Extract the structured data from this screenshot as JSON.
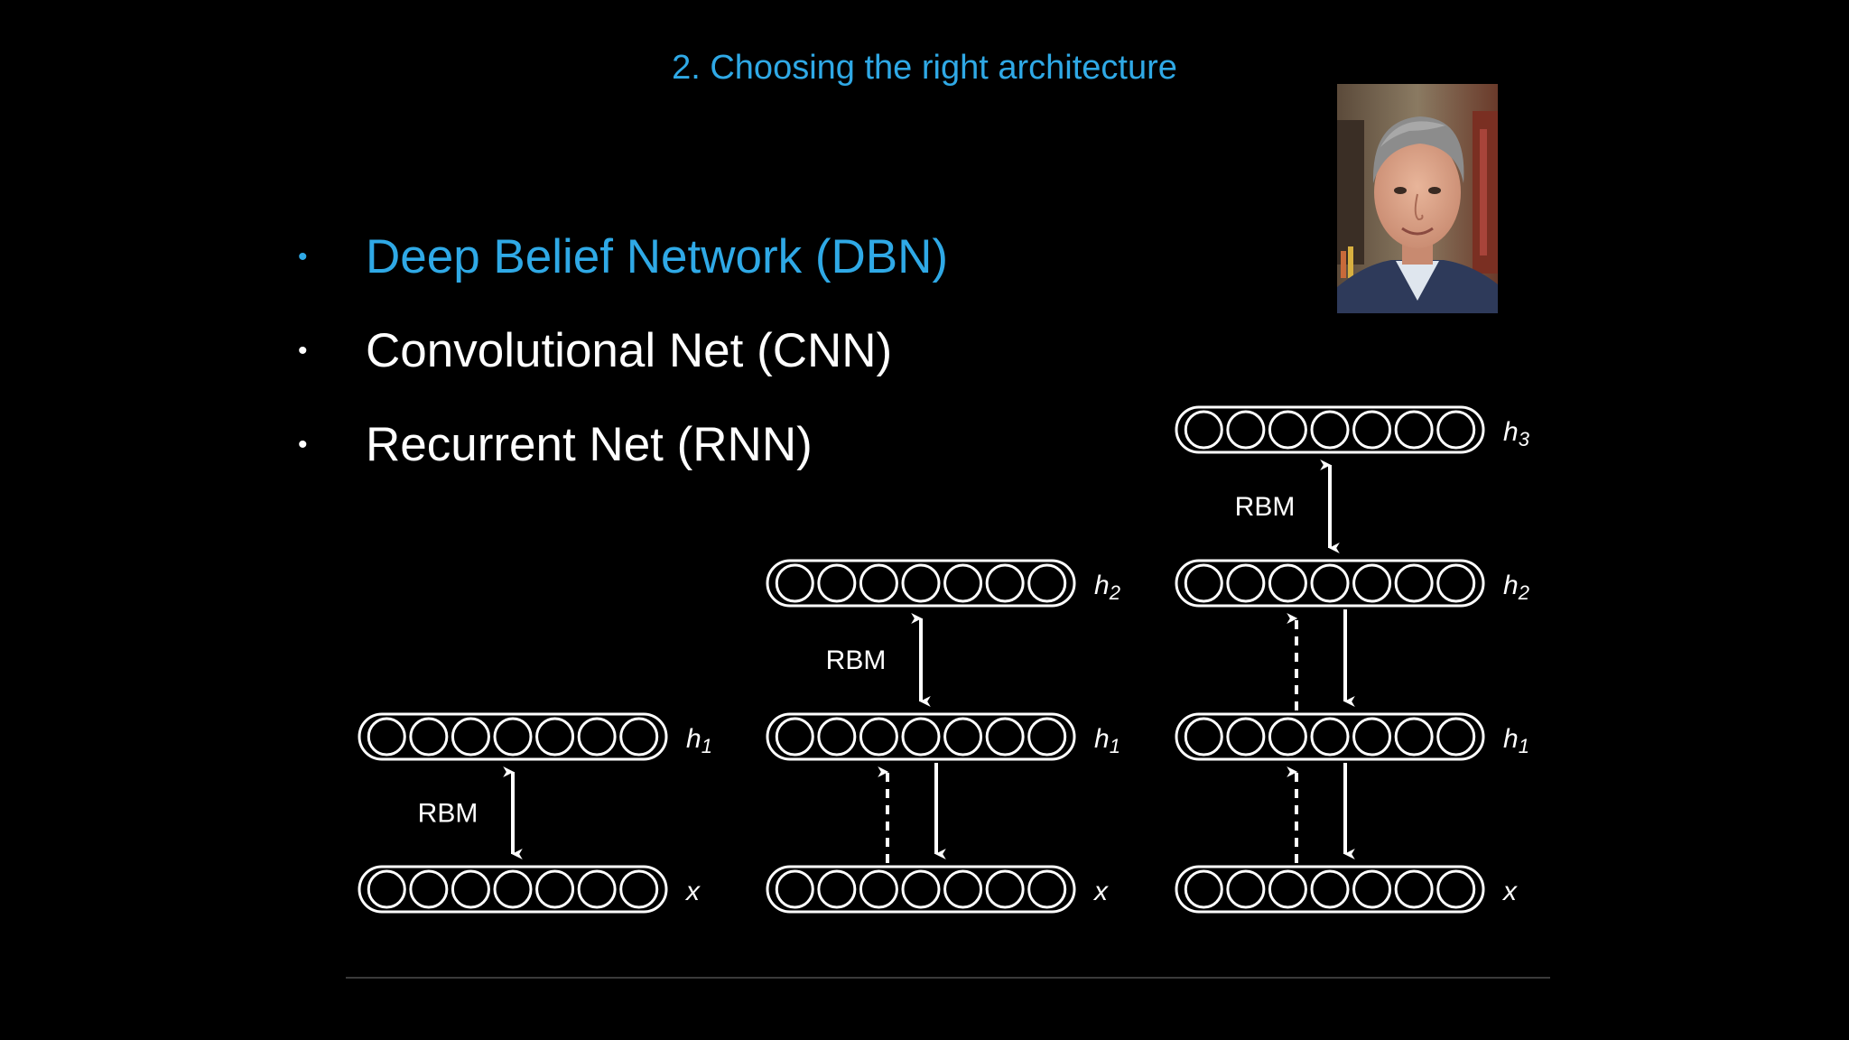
{
  "slide": {
    "title": "2. Choosing the right architecture",
    "bullets": [
      {
        "text": "Deep Belief Network (DBN)",
        "highlighted": true
      },
      {
        "text": "Convolutional Net (CNN)",
        "highlighted": false
      },
      {
        "text": "Recurrent Net (RNN)",
        "highlighted": false
      }
    ],
    "bullet_glyph": "•",
    "colors": {
      "accent": "#2fa9e6",
      "background": "#000000",
      "text": "#ffffff"
    }
  },
  "portrait": {
    "icon": "person-portrait-photo"
  },
  "diagram": {
    "units_per_layer": 7,
    "stacks": [
      {
        "layers": [
          {
            "label": "x",
            "sub": ""
          },
          {
            "label": "h",
            "sub": "1"
          }
        ],
        "connections": [
          {
            "from": 0,
            "to": 1,
            "kind": "bidirectional",
            "label": "RBM"
          }
        ]
      },
      {
        "layers": [
          {
            "label": "x",
            "sub": ""
          },
          {
            "label": "h",
            "sub": "1"
          },
          {
            "label": "h",
            "sub": "2"
          }
        ],
        "connections": [
          {
            "from": 0,
            "to": 1,
            "kind": "recognition-generative",
            "label": ""
          },
          {
            "from": 1,
            "to": 2,
            "kind": "bidirectional",
            "label": "RBM"
          }
        ]
      },
      {
        "layers": [
          {
            "label": "x",
            "sub": ""
          },
          {
            "label": "h",
            "sub": "1"
          },
          {
            "label": "h",
            "sub": "2"
          },
          {
            "label": "h",
            "sub": "3"
          }
        ],
        "connections": [
          {
            "from": 0,
            "to": 1,
            "kind": "recognition-generative",
            "label": ""
          },
          {
            "from": 1,
            "to": 2,
            "kind": "recognition-generative",
            "label": ""
          },
          {
            "from": 2,
            "to": 3,
            "kind": "bidirectional",
            "label": "RBM"
          }
        ]
      }
    ]
  }
}
